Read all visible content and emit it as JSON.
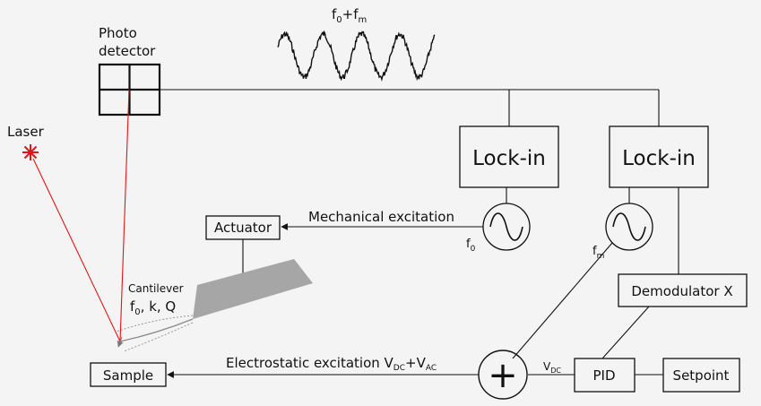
{
  "labels": {
    "photo": "Photo",
    "detector": "detector",
    "laser": "Laser",
    "actuator": "Actuator",
    "mechanical": "Mechanical excitation",
    "cantilever": "Cantilever",
    "cant_params_pre": "f",
    "cant_params_sub": "0",
    "cant_params_post": ", k, Q",
    "sample": "Sample",
    "electrostatic_pre": "Electrostatic excitation V",
    "electrostatic_sub1": "DC",
    "electrostatic_mid": "+V",
    "electrostatic_sub2": "AC",
    "lockin1": "Lock-in",
    "lockin2": "Lock-in",
    "demod": "Demodulator X",
    "pid": "PID",
    "setpoint": "Setpoint",
    "f0_main": "f",
    "f0_sub": "0",
    "fm_main": "f",
    "fm_sub": "m",
    "vdc_main": "V",
    "vdc_sub": "DC",
    "sig_pre": "f",
    "sig_sub1": "0",
    "sig_mid": "+f",
    "sig_sub2": "m",
    "plus": "+"
  },
  "icons": [
    "laser-star-icon",
    "photodetector-quadrant-icon",
    "sine-oscillator-icon",
    "summing-junction-icon"
  ],
  "colors": {
    "laser_beam": "#e01515",
    "cantilever": "#a6a6a6",
    "line": "#111111",
    "background": "#f4f4f4"
  }
}
